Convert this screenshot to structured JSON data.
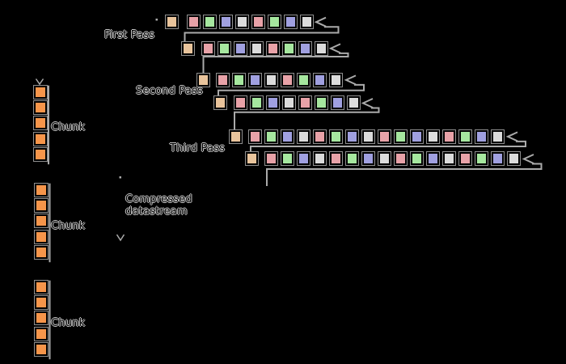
{
  "colors": {
    "background": "#000000",
    "line": "#aaaaaa",
    "text_halo": "#c9c9c9",
    "cell_border": "#000000",
    "cell_halo": "#8f8f8f",
    "tan": "#e9c49c",
    "pink": "#e8a2a8",
    "green": "#a6e79f",
    "blue": "#a0a0e0",
    "white": "#dcdcdc",
    "orange": "#f6954a"
  },
  "passes": [
    {
      "label": "First Pass",
      "rows": [
        {
          "cells": [
            "tan",
            "pink",
            "green",
            "blue",
            "white",
            "pink",
            "green",
            "blue",
            "white"
          ]
        },
        {
          "cells": [
            "tan",
            "pink",
            "green",
            "blue",
            "white",
            "pink",
            "green",
            "blue",
            "white"
          ]
        }
      ]
    },
    {
      "label": "Second Pass",
      "rows": [
        {
          "cells": [
            "tan",
            "pink",
            "green",
            "blue",
            "white",
            "pink",
            "green",
            "blue",
            "white"
          ]
        },
        {
          "cells": [
            "tan",
            "pink",
            "green",
            "blue",
            "white",
            "pink",
            "green",
            "blue",
            "white"
          ]
        }
      ]
    },
    {
      "label": "Third Pass",
      "rows": [
        {
          "cells": [
            "tan",
            "pink",
            "green",
            "blue",
            "white",
            "pink",
            "green",
            "blue",
            "white",
            "pink",
            "green",
            "blue",
            "white",
            "pink",
            "green",
            "blue",
            "white"
          ]
        },
        {
          "cells": [
            "tan",
            "pink",
            "green",
            "blue",
            "white",
            "pink",
            "green",
            "blue",
            "white",
            "pink",
            "green",
            "blue",
            "white",
            "pink",
            "green",
            "blue",
            "white"
          ]
        }
      ]
    }
  ],
  "stream_label": {
    "line1": "Compressed",
    "line2": "datastream"
  },
  "chunks": [
    {
      "label": "Chunk",
      "cell_count": 5,
      "cell_color": "orange"
    },
    {
      "label": "Chunk",
      "cell_count": 5,
      "cell_color": "orange"
    },
    {
      "label": "Chunk",
      "cell_count": 5,
      "cell_color": "orange"
    }
  ]
}
